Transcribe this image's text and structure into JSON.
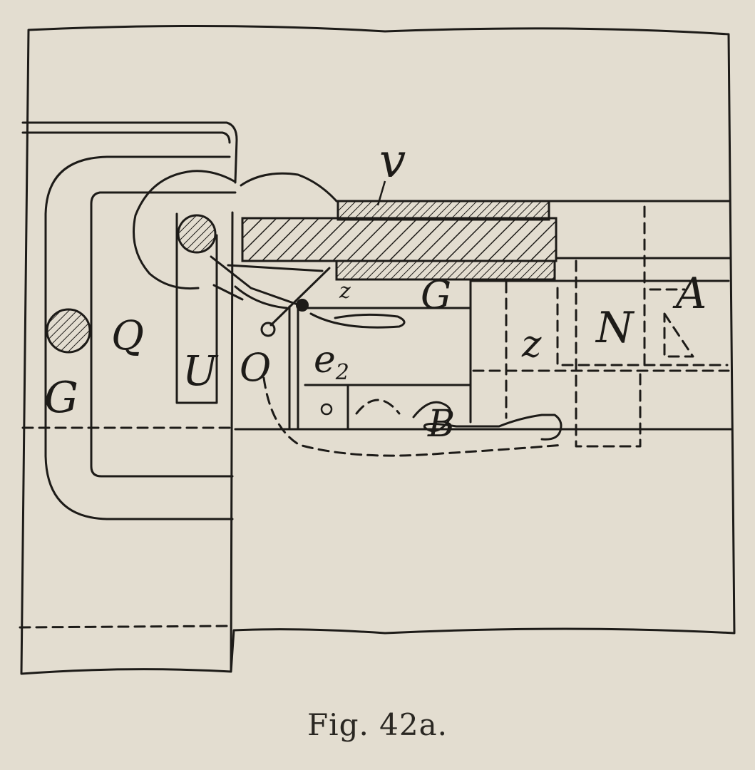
{
  "caption": "Fig. 42a.",
  "labels": {
    "v": "v",
    "Q": "Q",
    "U": "U",
    "G": "G",
    "O": "O",
    "e2": "e",
    "e2_sub": "2",
    "z": "z",
    "B": "B",
    "z3": "z",
    "N": "N",
    "A": "A"
  },
  "colors": {
    "paper": "#e3ddd0",
    "ink": "#1d1b18"
  }
}
